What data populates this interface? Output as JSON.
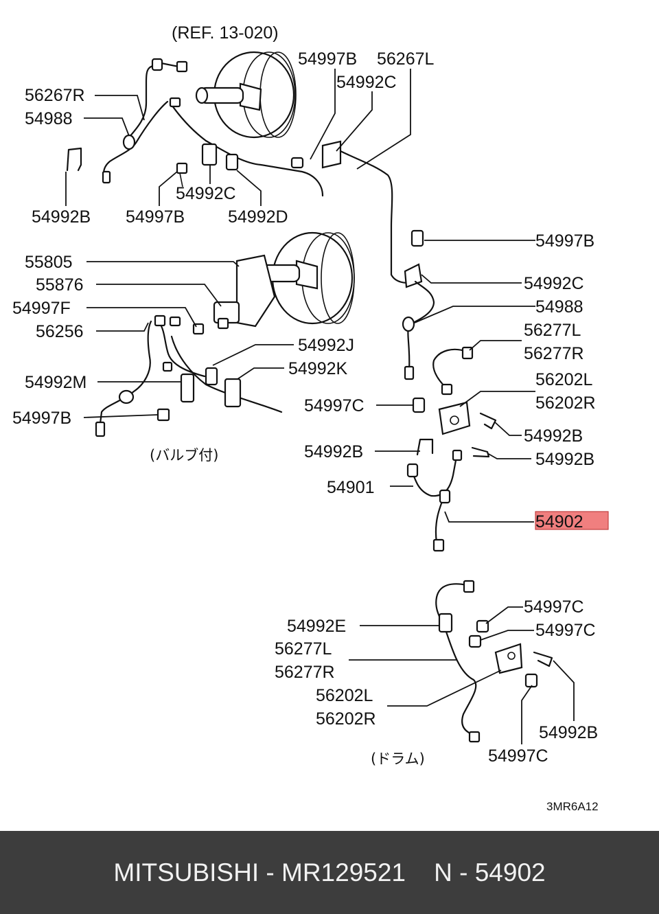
{
  "diagram": {
    "ref_note": "(REF. 13-020)",
    "code": "3MR6A12",
    "note_valve": "(バルブ付)",
    "note_drum": "(ドラム)",
    "labels": {
      "p56267R": "56267R",
      "p54988_a": "54988",
      "p54992B_a": "54992B",
      "p54997B_a": "54997B",
      "p54992C_a": "54992C",
      "p54992D": "54992D",
      "p54997B_top": "54997B",
      "p56267L": "56267L",
      "p54992C_top": "54992C",
      "p55805": "55805",
      "p55876": "55876",
      "p54997F": "54997F",
      "p56256": "56256",
      "p54992J": "54992J",
      "p54992K": "54992K",
      "p54992M": "54992M",
      "p54997B_left": "54997B",
      "p54997B_right": "54997B",
      "p54992C_right": "54992C",
      "p54988_b": "54988",
      "p56277L": "56277L",
      "p56277R": "56277R",
      "p56202L": "56202L",
      "p56202R": "56202R",
      "p54997C_mid": "54997C",
      "p54992B_mid1": "54992B",
      "p54992B_mid2": "54992B",
      "p54992B_mid3": "54992B",
      "p54901": "54901",
      "p54902": "54902",
      "p54997C_b1": "54997C",
      "p54992E": "54992E",
      "p54997C_b2": "54997C",
      "p56277L_b": "56277L",
      "p56277R_b": "56277R",
      "p56202L_b": "56202L",
      "p56202R_b": "56202R",
      "p54992B_b": "54992B",
      "p54997C_b3": "54997C"
    },
    "highlight_color": "#f07f7f"
  },
  "footer": {
    "text": "MITSUBISHI - MR129521    N - 54902"
  }
}
